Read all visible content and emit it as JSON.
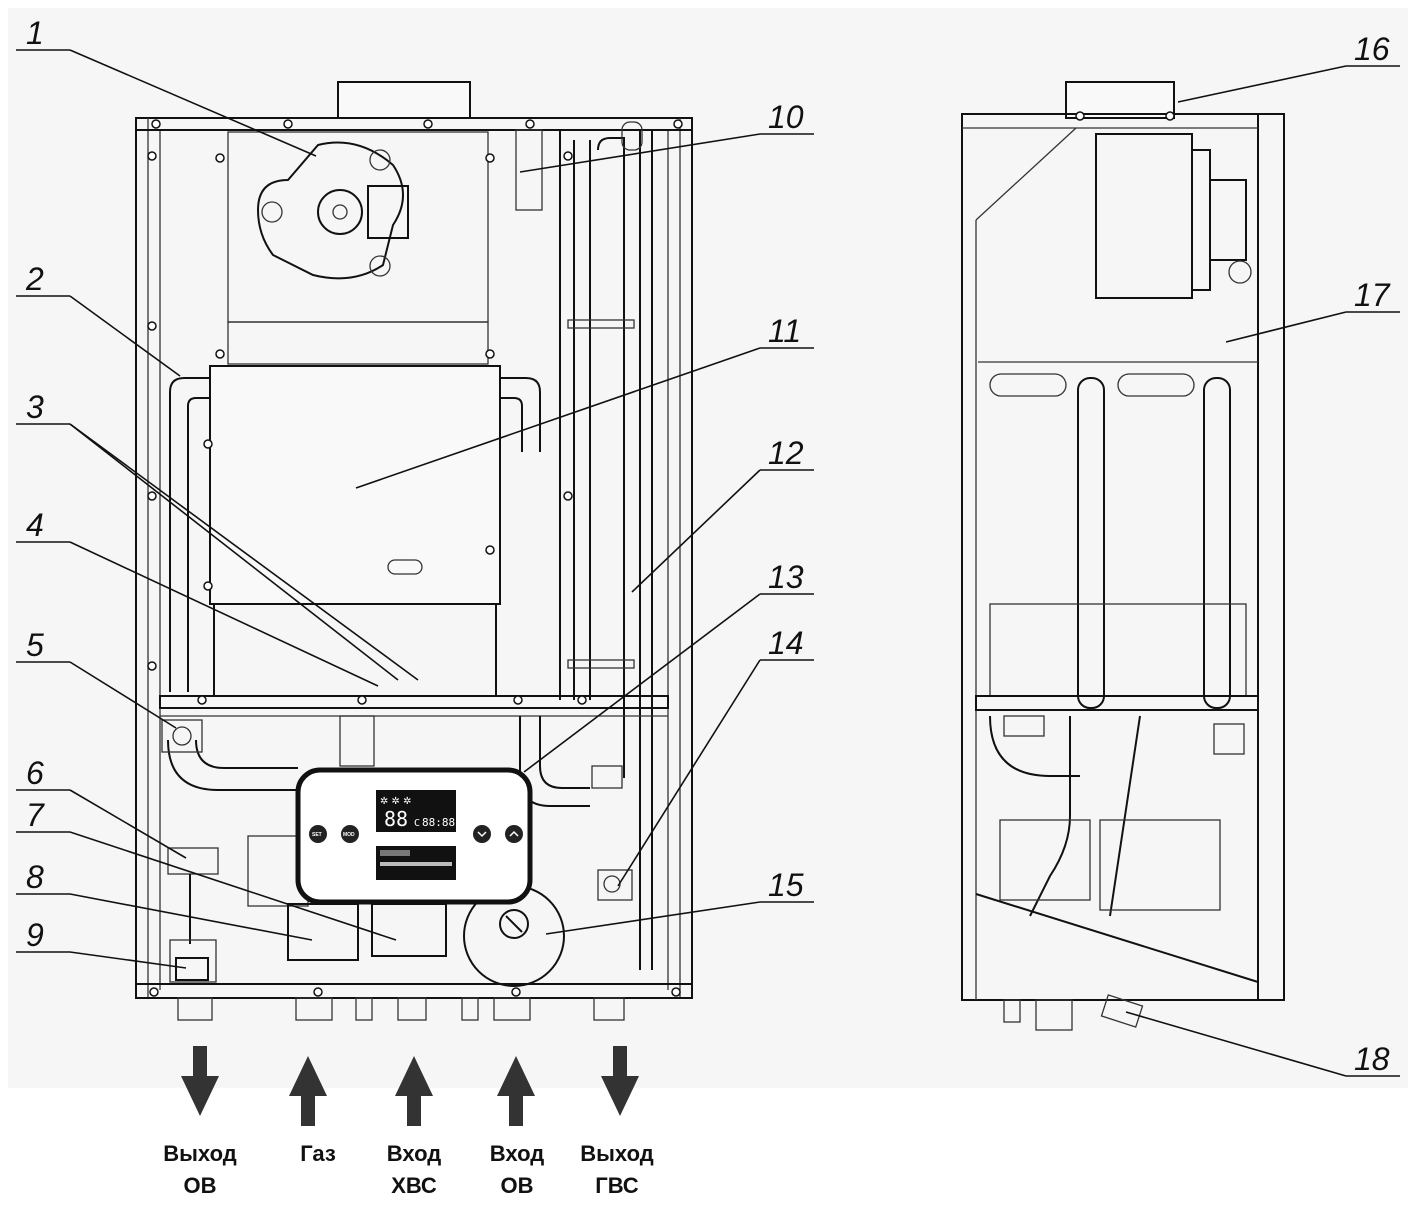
{
  "callouts": [
    {
      "num": "1"
    },
    {
      "num": "2"
    },
    {
      "num": "3"
    },
    {
      "num": "4"
    },
    {
      "num": "5"
    },
    {
      "num": "6"
    },
    {
      "num": "7"
    },
    {
      "num": "8"
    },
    {
      "num": "9"
    },
    {
      "num": "10"
    },
    {
      "num": "11"
    },
    {
      "num": "12"
    },
    {
      "num": "13"
    },
    {
      "num": "14"
    },
    {
      "num": "15"
    },
    {
      "num": "16"
    },
    {
      "num": "17"
    },
    {
      "num": "18"
    }
  ],
  "connections": [
    {
      "line1": "Выход",
      "line2": "ОВ",
      "direction": "out"
    },
    {
      "line1": "Газ",
      "line2": "",
      "direction": "in"
    },
    {
      "line1": "Вход",
      "line2": "ХВС",
      "direction": "in"
    },
    {
      "line1": "Вход",
      "line2": "ОВ",
      "direction": "in"
    },
    {
      "line1": "Выход",
      "line2": "ГВС",
      "direction": "out"
    }
  ],
  "control_panel": {
    "button_set": "SET",
    "button_mod": "MOD",
    "display_digits": "88",
    "display_time": "88:88",
    "display_unit": "C"
  },
  "colors": {
    "line": "#111111",
    "background": "#f6f6f6",
    "display": "#111111"
  }
}
